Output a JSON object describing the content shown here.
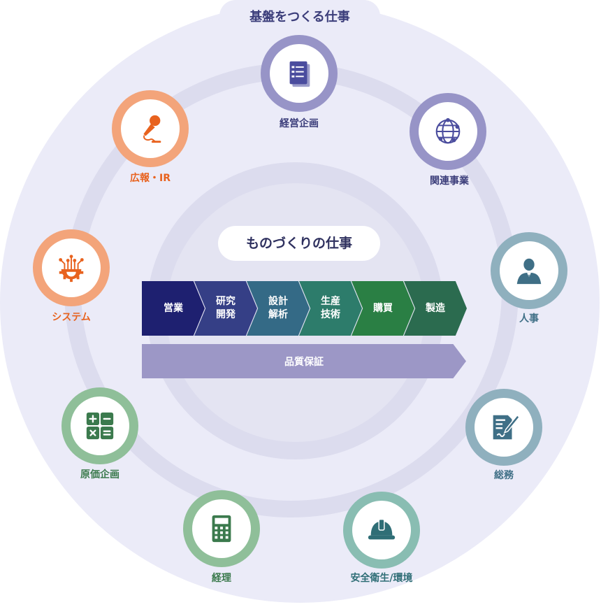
{
  "outer": {
    "title": "基盤をつくる仕事"
  },
  "inner": {
    "title": "ものづくりの仕事"
  },
  "flow": [
    {
      "text": "営業",
      "color": "#1e2070"
    },
    {
      "text": "研究\n開発",
      "color": "#353f86"
    },
    {
      "text": "設計\n解析",
      "color": "#346a86"
    },
    {
      "text": "生産\n技術",
      "color": "#2d7c6b"
    },
    {
      "text": "購買",
      "color": "#2a7f44"
    },
    {
      "text": "製造",
      "color": "#2b6b4f"
    }
  ],
  "quality": {
    "label": "品質保証",
    "color": "#9c97c6"
  },
  "nodes": [
    {
      "label": "経営企画",
      "icon": "document-checklist-icon",
      "ring": "#9794c7",
      "icon_color": "#4b4d9e",
      "label_color": "#3b3d7a"
    },
    {
      "label": "関連事業",
      "icon": "globe-network-icon",
      "ring": "#9794c7",
      "icon_color": "#4b4d9e",
      "label_color": "#3b3d7a"
    },
    {
      "label": "人事",
      "icon": "person-icon",
      "ring": "#8fb0be",
      "icon_color": "#3f6f86",
      "label_color": "#3f6f86"
    },
    {
      "label": "総務",
      "icon": "document-pen-icon",
      "ring": "#8fb0be",
      "icon_color": "#3f6f86",
      "label_color": "#3f6f86"
    },
    {
      "label": "安全衛生/環境",
      "icon": "hardhat-icon",
      "ring": "#89bdb2",
      "icon_color": "#2f6e76",
      "label_color": "#2f6e76"
    },
    {
      "label": "経理",
      "icon": "calculator-icon",
      "ring": "#8fbf99",
      "icon_color": "#3b7a4d",
      "label_color": "#3b7a4d"
    },
    {
      "label": "原価企画",
      "icon": "math-symbols-icon",
      "ring": "#8fbf99",
      "icon_color": "#3b7a4d",
      "label_color": "#3b7a4d"
    },
    {
      "label": "システム",
      "icon": "gear-chip-icon",
      "ring": "#f3a47a",
      "icon_color": "#e8621e",
      "label_color": "#e8621e"
    },
    {
      "label": "広報・IR",
      "icon": "microphone-icon",
      "ring": "#f3a47a",
      "icon_color": "#e8621e",
      "label_color": "#e8621e"
    }
  ]
}
